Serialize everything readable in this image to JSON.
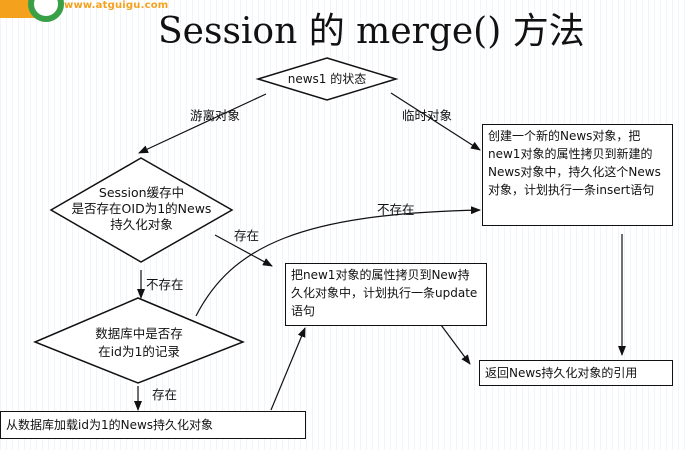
{
  "logo": {
    "text": "www.atguigu.com"
  },
  "title": "Session 的 merge() 方法",
  "decisions": {
    "news1_state": "news1 的状态",
    "session_cache": "Session缓存中\n是否存在OID为1的News\n持久化对象",
    "db_record": "数据库中是否存\n在id为1的记录"
  },
  "boxes": {
    "create_new": "创建一个新的News对象，把new1对象的属性拷贝到新建的News对象中，持久化这个News对象，计划执行一条insert语句",
    "copy_update": "把new1对象的属性拷贝到New持久化对象中，计划执行一条update语句",
    "return_ref": "返回News持久化对象的引用",
    "load_db": "从数据库加载id为1的News持久化对象"
  },
  "labels": {
    "detached": "游离对象",
    "transient": "临时对象",
    "exists_cache": "存在",
    "not_exists_cache": "不存在",
    "not_exists_db": "不存在",
    "exists_db": "存在"
  }
}
